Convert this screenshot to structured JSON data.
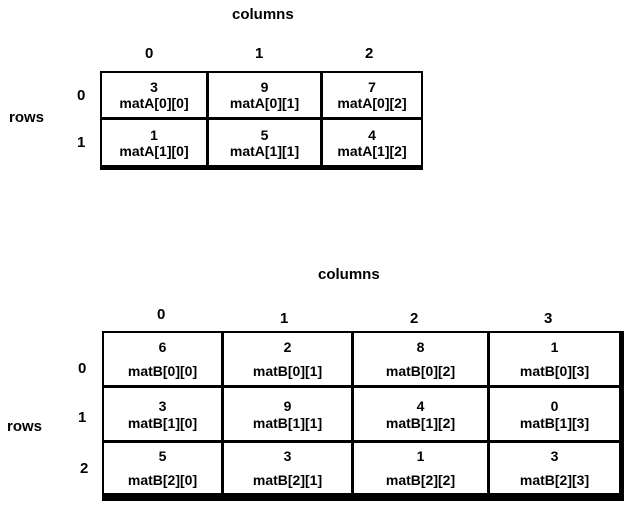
{
  "matrixA": {
    "columns_label": "columns",
    "rows_label": "rows",
    "col_indices": [
      "0",
      "1",
      "2"
    ],
    "row_indices": [
      "0",
      "1"
    ],
    "cells": [
      [
        {
          "value": "3",
          "ref": "matA[0][0]"
        },
        {
          "value": "9",
          "ref": "matA[0][1]"
        },
        {
          "value": "7",
          "ref": "matA[0][2]"
        }
      ],
      [
        {
          "value": "1",
          "ref": "matA[1][0]"
        },
        {
          "value": "5",
          "ref": "matA[1][1]"
        },
        {
          "value": "4",
          "ref": "matA[1][2]"
        }
      ]
    ]
  },
  "matrixB": {
    "columns_label": "columns",
    "rows_label": "rows",
    "col_indices": [
      "0",
      "1",
      "2",
      "3"
    ],
    "row_indices": [
      "0",
      "1",
      "2"
    ],
    "cells": [
      [
        {
          "value": "6",
          "ref": "matB[0][0]"
        },
        {
          "value": "2",
          "ref": "matB[0][1]"
        },
        {
          "value": "8",
          "ref": "matB[0][2]"
        },
        {
          "value": "1",
          "ref": "matB[0][3]"
        }
      ],
      [
        {
          "value": "3",
          "ref": "matB[1][0]"
        },
        {
          "value": "9",
          "ref": "matB[1][1]"
        },
        {
          "value": "4",
          "ref": "matB[1][2]"
        },
        {
          "value": "0",
          "ref": "matB[1][3]"
        }
      ],
      [
        {
          "value": "5",
          "ref": "matB[2][0]"
        },
        {
          "value": "3",
          "ref": "matB[2][1]"
        },
        {
          "value": "1",
          "ref": "matB[2][2]"
        },
        {
          "value": "3",
          "ref": "matB[2][3]"
        }
      ]
    ]
  }
}
